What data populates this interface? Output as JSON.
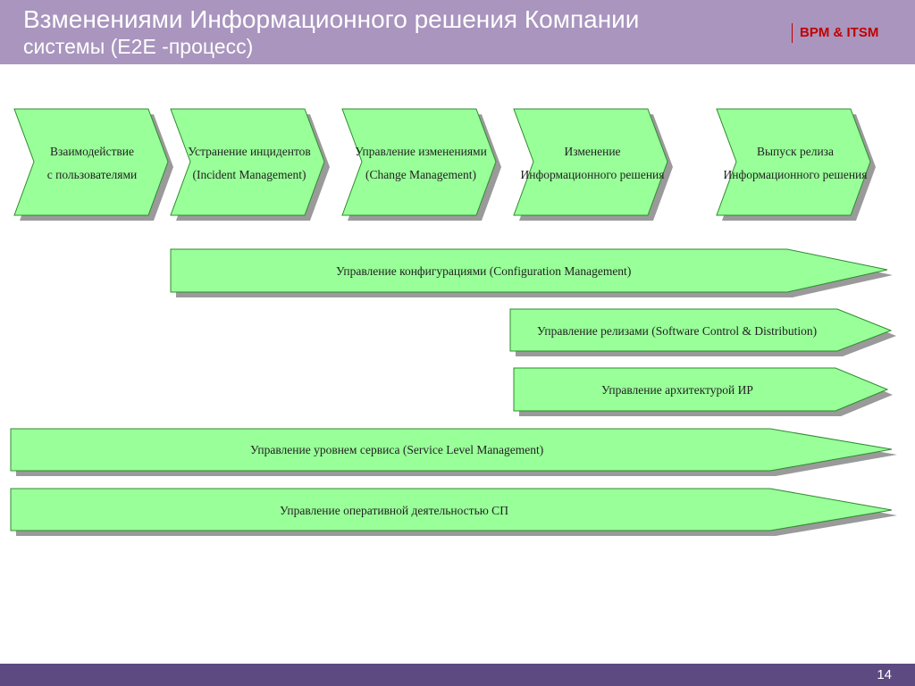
{
  "header": {
    "title_line1": "Взменениями Информационного решения Компании",
    "title_line2": "системы (E2E -процесс)",
    "brand": "BPM  &  ITSM"
  },
  "process_chain": [
    {
      "line1": "Взаимодействие",
      "line2": "с пользователями"
    },
    {
      "line1": "Устранение инцидентов",
      "line2": "(Incident Management)"
    },
    {
      "line1": "Управление изменениями",
      "line2": "(Change Management)"
    },
    {
      "line1": "Изменение",
      "line2": "Информационного решения"
    },
    {
      "line1": "Выпуск релиза",
      "line2": "Информационного решения"
    }
  ],
  "arrows": [
    {
      "label": "Управление конфигурациями  (Configuration Management)"
    },
    {
      "label": "Управление релизами  (Software Control & Distribution)"
    },
    {
      "label": "Управление архитектурой ИР"
    },
    {
      "label": "Управление уровнем сервиса  (Service Level Management)"
    },
    {
      "label": "Управление  оперативной  деятельностью СП"
    }
  ],
  "colors": {
    "shape_fill": "#99ff99",
    "shape_stroke": "#2e8b2e",
    "shadow": "#9a9a9a",
    "header_bg": "#a995be",
    "footer_bg": "#5c4a80",
    "brand": "#c00000"
  },
  "footer": {
    "page_number": "14"
  }
}
